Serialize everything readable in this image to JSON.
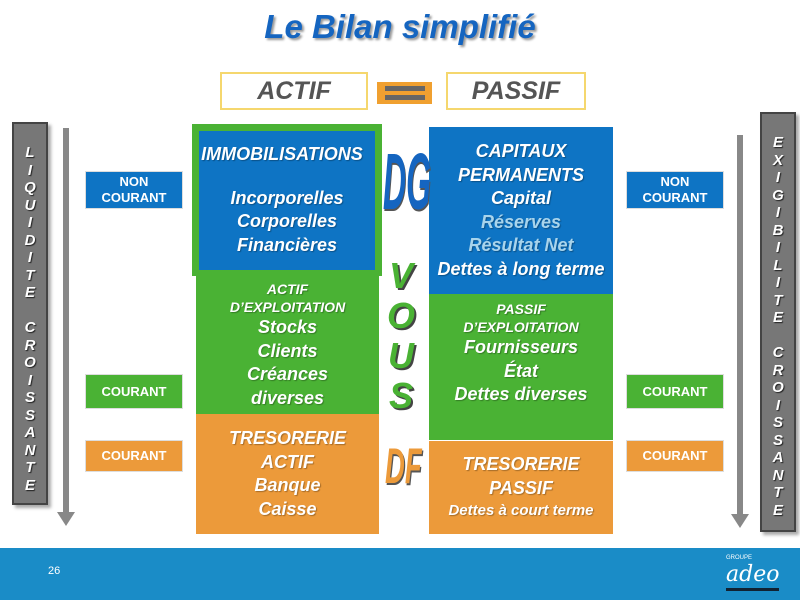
{
  "title": "Le Bilan simplifié",
  "header": {
    "actif": "ACTIF",
    "passif": "PASSIF"
  },
  "left_bar": "L\nI\nQ\nU\nI\nD\nI\nT\nE\n\nC\nR\nO\nI\nS\nS\nA\nN\nT\nE",
  "right_bar": "E\nX\nI\nG\nI\nB\nI\nL\nI\nT\nE\n\nC\nR\nO\nI\nS\nS\nA\nN\nT\nE",
  "tags": {
    "non_courant_1": "NON",
    "non_courant_2": "COURANT",
    "courant": "COURANT"
  },
  "actif": {
    "immo": {
      "title": "IMMOBILISATIONS",
      "items": [
        "Incorporelles",
        "Corporelles",
        "Financières"
      ]
    },
    "exploitation": {
      "title1": "ACTIF",
      "title2": "D’EXPLOITATION",
      "items": [
        "Stocks",
        "Clients",
        "Créances",
        "diverses"
      ]
    },
    "tresorerie": {
      "title1": "TRESORERIE",
      "title2": "ACTIF",
      "items": [
        "Banque",
        "Caisse"
      ]
    }
  },
  "passif": {
    "capitaux": {
      "title1": "CAPITAUX",
      "title2": "PERMANENTS",
      "items": [
        "Capital",
        "Réserves",
        "Résultat Net",
        "Dettes à long terme"
      ]
    },
    "exploitation": {
      "title1": "PASSIF",
      "title2": "D’EXPLOITATION",
      "items": [
        "Fournisseurs",
        "État",
        "Dettes diverses"
      ]
    },
    "tresorerie": {
      "title1": "TRESORERIE",
      "title2": "PASSIF",
      "items": [
        "Dettes à court terme"
      ]
    }
  },
  "labels": {
    "dg": "DG",
    "vous": [
      "V",
      "O",
      "U",
      "S"
    ],
    "df": "DF"
  },
  "footer": {
    "page": "26",
    "logo_small": "GROUPE",
    "logo": "adeo"
  },
  "colors": {
    "blue": "#0e74c4",
    "green": "#4ab234",
    "orange": "#ec9a3a"
  }
}
